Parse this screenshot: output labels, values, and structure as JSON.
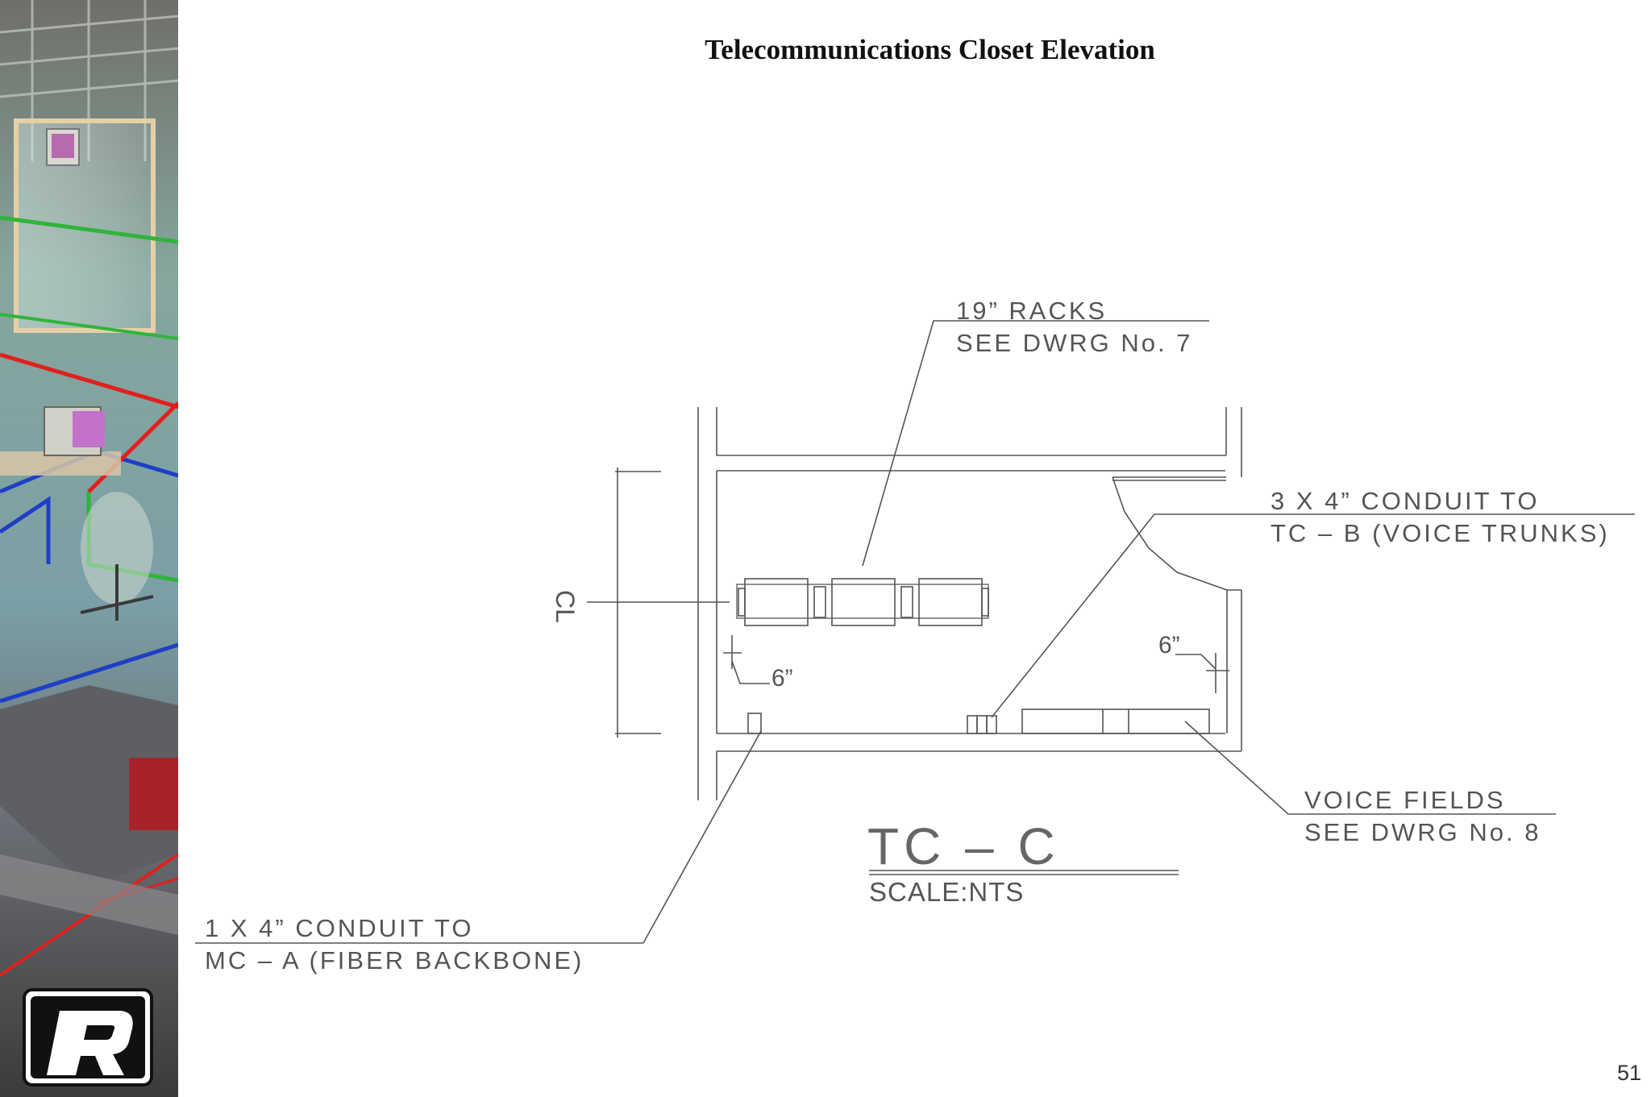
{
  "slide": {
    "title": "Telecommunications Closet Elevation",
    "page_number": "51"
  },
  "sidebar": {
    "logo_letter": "R",
    "colors": {
      "red": "#e0201c",
      "green": "#2fb53a",
      "blue": "#1e3fc4",
      "bg": "#7fa39b"
    }
  },
  "drawing": {
    "callouts": {
      "racks_1": "19” RACKS",
      "racks_2": "SEE DWRG No. 7",
      "trunks_1": "3 X 4” CONDUIT TO",
      "trunks_2": "TC – B (VOICE TRUNKS)",
      "fields_1": "VOICE FIELDS",
      "fields_2": "SEE DWRG No. 8",
      "fiber_1": "1 X 4” CONDUIT TO",
      "fiber_2": "MC – A (FIBER BACKBONE)"
    },
    "dim_left": "6”",
    "dim_right": "6”",
    "centerline": "CL",
    "name": "TC – C",
    "scale": "SCALE:NTS"
  }
}
